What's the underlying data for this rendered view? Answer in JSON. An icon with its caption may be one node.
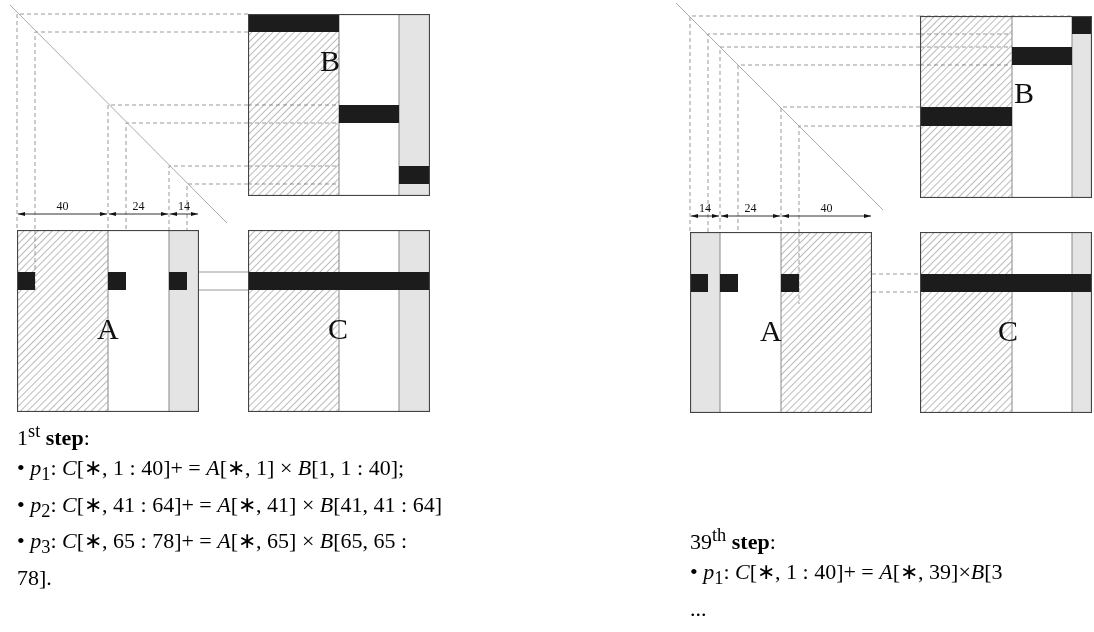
{
  "diagram": {
    "nodes": [
      {
        "text": [
          "B"
        ]
      },
      {
        "text": [
          "A"
        ]
      },
      {
        "text": [
          "C"
        ]
      },
      {
        "text": [
          "B"
        ]
      },
      {
        "text": [
          "A"
        ]
      },
      {
        "text": [
          "C"
        ]
      }
    ],
    "edges": [
      {
        "from": 0,
        "to": 1,
        "arrow": "none",
        "style": "dashed"
      },
      {
        "from": 0,
        "to": 1,
        "arrow": "none",
        "style": "dashed"
      },
      {
        "from": 0,
        "to": 1,
        "arrow": "none",
        "style": "dashed"
      },
      {
        "from": 0,
        "to": 1,
        "arrow": "none",
        "style": "dashed"
      },
      {
        "from": 0,
        "to": 1,
        "arrow": "none",
        "style": "dashed"
      },
      {
        "from": 0,
        "to": 1,
        "arrow": "none",
        "style": "dashed"
      },
      {
        "from": 1,
        "to": 2,
        "arrow": "none"
      },
      {
        "from": 1,
        "to": 2,
        "arrow": "none"
      },
      {
        "from": 3,
        "to": 4,
        "arrow": "none",
        "style": "dashed"
      },
      {
        "from": 3,
        "to": 4,
        "arrow": "none",
        "style": "dashed"
      },
      {
        "from": 3,
        "to": 4,
        "arrow": "none",
        "style": "dashed"
      },
      {
        "from": 3,
        "to": 4,
        "arrow": "none",
        "style": "dashed"
      },
      {
        "from": 3,
        "to": 4,
        "arrow": "none",
        "style": "dashed"
      },
      {
        "from": 3,
        "to": 4,
        "arrow": "none",
        "style": "dashed"
      },
      {
        "from": 4,
        "to": 5,
        "arrow": "none",
        "style": "dashed"
      },
      {
        "from": 4,
        "to": 5,
        "arrow": "none",
        "style": "dashed"
      }
    ],
    "labels": [
      "40",
      "24",
      "14",
      "14",
      "24",
      "40",
      "1$^{st}$ **step**:",
      "• *p*$_{1}$: *C*[∗, 1 : 40]+ = *A*[∗, 1] × *B*[1, 1 : 40];",
      "• *p*$_{2}$: *C*[∗, 41 : 64]+ = *A*[∗, 41] × *B*[41, 41 : 64]",
      "• *p*$_{3}$: *C*[∗, 65 : 78]+ = *A*[∗, 65] × *B*[65, 65 : 78].",
      "39$^{th}$ **step**:",
      "• *p*$_{1}$: *C*[∗, 1 : 40]+ = *A*[∗, 39]×*B*[3",
      "..."
    ]
  }
}
